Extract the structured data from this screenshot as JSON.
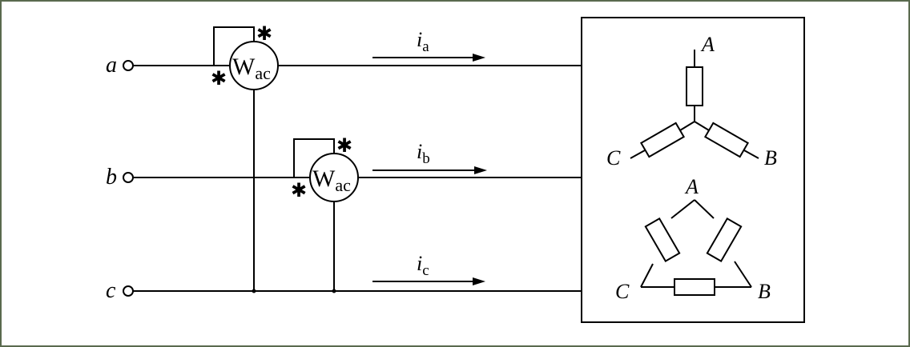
{
  "terminals": {
    "a": "a",
    "b": "b",
    "c": "c"
  },
  "wattmeter1": {
    "symbol": "W",
    "subscript": "ac",
    "marks": "✱"
  },
  "wattmeter2": {
    "symbol": "W",
    "subscript": "ac",
    "marks": "✱"
  },
  "currents": {
    "a": {
      "symbol": "i",
      "subscript": "a"
    },
    "b": {
      "symbol": "i",
      "subscript": "b"
    },
    "c": {
      "symbol": "i",
      "subscript": "c"
    }
  },
  "star_load": {
    "A": "A",
    "B": "B",
    "C": "C"
  },
  "delta_load": {
    "A": "A",
    "B": "B",
    "C": "C"
  },
  "colors": {
    "frame": "#5a6a4e",
    "ink": "#000000"
  }
}
